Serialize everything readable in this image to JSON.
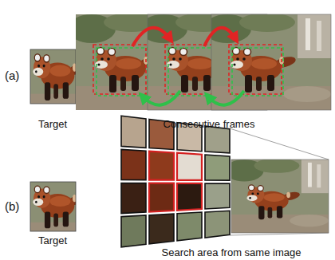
{
  "diagram": {
    "labels": [
      "(a)",
      "Target",
      "Consecutive frames",
      "(b)",
      "Target",
      "Search area from same image"
    ]
  }
}
